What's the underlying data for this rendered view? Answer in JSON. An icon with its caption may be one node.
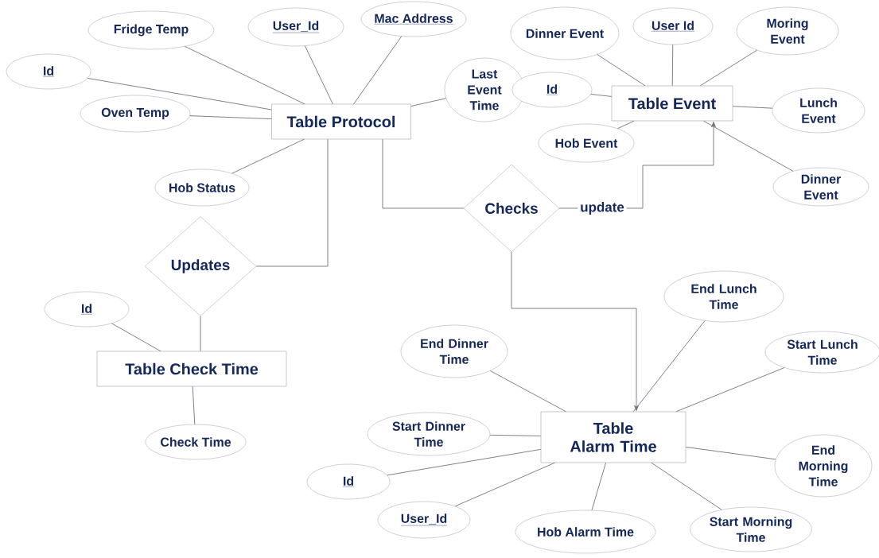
{
  "diagram": {
    "nodes": [
      {
        "text": [
          "Table Protocol"
        ]
      },
      {
        "text": [
          "Fridge Temp"
        ]
      },
      {
        "text": [
          "User_Id"
        ]
      },
      {
        "text": [
          "Mac Address"
        ]
      },
      {
        "text": [
          "Id"
        ]
      },
      {
        "text": [
          "Oven Temp"
        ]
      },
      {
        "text": [
          "Last Event Time"
        ]
      },
      {
        "text": [
          "Hob Status"
        ]
      },
      {
        "text": [
          "Updates"
        ]
      },
      {
        "text": [
          "Table Event"
        ]
      },
      {
        "text": [
          "Dinner Event"
        ]
      },
      {
        "text": [
          "User Id"
        ]
      },
      {
        "text": [
          "Moring Event"
        ]
      },
      {
        "text": [
          "Id"
        ]
      },
      {
        "text": [
          "Lunch Event"
        ]
      },
      {
        "text": [
          "Hob Event"
        ]
      },
      {
        "text": [
          "Dinner Event"
        ]
      },
      {
        "text": [
          "Checks"
        ]
      },
      {
        "text": [
          "Table Check Time"
        ]
      },
      {
        "text": [
          "Id"
        ]
      },
      {
        "text": [
          "Check Time"
        ]
      },
      {
        "text": [
          "Table Alarm Time"
        ]
      },
      {
        "text": [
          "End Lunch Time"
        ]
      },
      {
        "text": [
          "Start Lunch Time"
        ]
      },
      {
        "text": [
          "End Dinner Time"
        ]
      },
      {
        "text": [
          "Start Dinner Time"
        ]
      },
      {
        "text": [
          "End Morning Time"
        ]
      },
      {
        "text": [
          "Id"
        ]
      },
      {
        "text": [
          "User_Id"
        ]
      },
      {
        "text": [
          "Hob Alarm  Time"
        ]
      },
      {
        "text": [
          "Start Morning Time"
        ]
      }
    ],
    "edges": [
      {
        "from": 1,
        "to": 0,
        "arrow": "none"
      },
      {
        "from": 2,
        "to": 0,
        "arrow": "none"
      },
      {
        "from": 3,
        "to": 0,
        "arrow": "none"
      },
      {
        "from": 4,
        "to": 0,
        "arrow": "none"
      },
      {
        "from": 5,
        "to": 0,
        "arrow": "none"
      },
      {
        "from": 6,
        "to": 0,
        "arrow": "none"
      },
      {
        "from": 7,
        "to": 0,
        "arrow": "none"
      },
      {
        "from": 0,
        "to": 8,
        "arrow": "none"
      },
      {
        "from": 8,
        "to": 18,
        "arrow": "none"
      },
      {
        "from": 0,
        "to": 17,
        "arrow": "none"
      },
      {
        "from": 17,
        "to": 9,
        "arrow": "to",
        "label": "update"
      },
      {
        "from": 17,
        "to": 21,
        "arrow": "to"
      },
      {
        "from": 10,
        "to": 9,
        "arrow": "none"
      },
      {
        "from": 11,
        "to": 9,
        "arrow": "none"
      },
      {
        "from": 12,
        "to": 9,
        "arrow": "none"
      },
      {
        "from": 13,
        "to": 9,
        "arrow": "none"
      },
      {
        "from": 14,
        "to": 9,
        "arrow": "none"
      },
      {
        "from": 15,
        "to": 9,
        "arrow": "none"
      },
      {
        "from": 16,
        "to": 9,
        "arrow": "none"
      },
      {
        "from": 19,
        "to": 18,
        "arrow": "none"
      },
      {
        "from": 18,
        "to": 20,
        "arrow": "none"
      },
      {
        "from": 22,
        "to": 21,
        "arrow": "none"
      },
      {
        "from": 23,
        "to": 21,
        "arrow": "none"
      },
      {
        "from": 24,
        "to": 21,
        "arrow": "none"
      },
      {
        "from": 25,
        "to": 21,
        "arrow": "none"
      },
      {
        "from": 26,
        "to": 21,
        "arrow": "none"
      },
      {
        "from": 27,
        "to": 21,
        "arrow": "none"
      },
      {
        "from": 28,
        "to": 21,
        "arrow": "none"
      },
      {
        "from": 29,
        "to": 21,
        "arrow": "none"
      },
      {
        "from": 30,
        "to": 21,
        "arrow": "none"
      }
    ]
  }
}
